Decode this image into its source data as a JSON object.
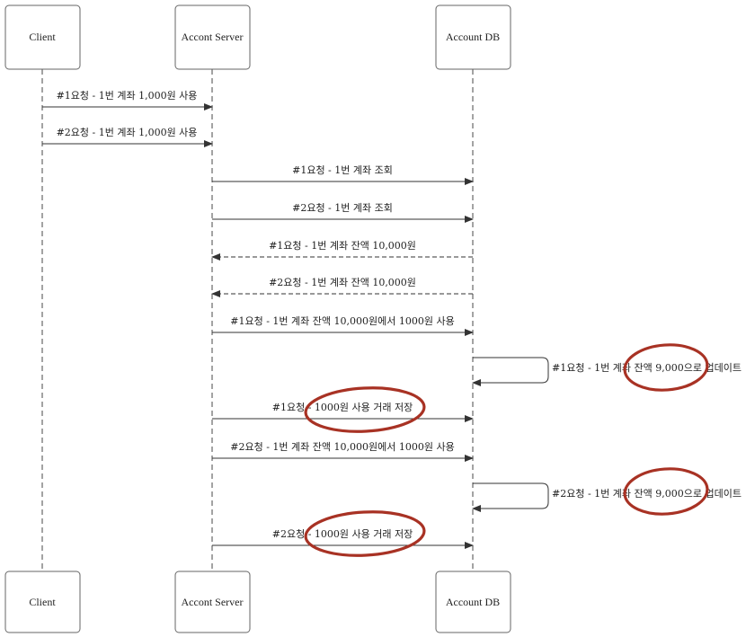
{
  "participants": [
    {
      "id": "client",
      "label": "Client"
    },
    {
      "id": "server",
      "label": "Accont Server"
    },
    {
      "id": "db",
      "label": "Account DB"
    }
  ],
  "messages": [
    {
      "from": "client",
      "to": "server",
      "style": "solid",
      "text": "#1요청 - 1번 계좌 1,000원 사용"
    },
    {
      "from": "client",
      "to": "server",
      "style": "solid",
      "text": "#2요청 - 1번 계좌 1,000원 사용"
    },
    {
      "from": "server",
      "to": "db",
      "style": "solid",
      "text": "#1요청 - 1번 계좌 조회"
    },
    {
      "from": "server",
      "to": "db",
      "style": "solid",
      "text": "#2요청 - 1번 계좌 조회"
    },
    {
      "from": "db",
      "to": "server",
      "style": "dashed",
      "text": "#1요청 - 1번 계좌 잔액 10,000원"
    },
    {
      "from": "db",
      "to": "server",
      "style": "dashed",
      "text": "#2요청 - 1번 계좌 잔액 10,000원"
    },
    {
      "from": "server",
      "to": "db",
      "style": "solid",
      "text": "#1요청 - 1번 계좌 잔액 10,000원에서 1000원 사용"
    },
    {
      "from": "db",
      "to": "db",
      "style": "solid",
      "text": "#1요청 - 1번 계좌 잔액 9,000으로 업데이트",
      "highlighted": true
    },
    {
      "from": "server",
      "to": "db",
      "style": "solid",
      "text": "#1요청 - 1000원 사용 거래 저장",
      "highlighted": true
    },
    {
      "from": "server",
      "to": "db",
      "style": "solid",
      "text": "#2요청 - 1번 계좌 잔액 10,000원에서 1000원 사용"
    },
    {
      "from": "db",
      "to": "db",
      "style": "solid",
      "text": "#2요청 - 1번 계좌 잔액 9,000으로 업데이트",
      "highlighted": true
    },
    {
      "from": "server",
      "to": "db",
      "style": "solid",
      "text": "#2요청 - 1000원 사용 거래 저장",
      "highlighted": true
    }
  ],
  "colors": {
    "annotation": "#a83224",
    "line": "#333333",
    "box_border": "#666666"
  }
}
